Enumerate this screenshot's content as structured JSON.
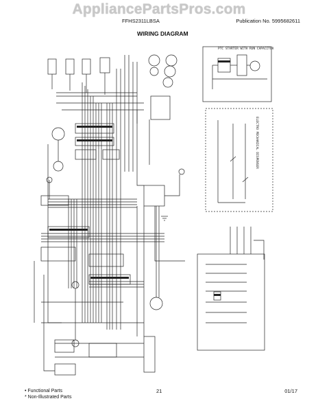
{
  "header": {
    "watermark": "AppliancePartsPros.com",
    "model": "FFHS2311LBSA",
    "publication": "Publication No.  5995682611"
  },
  "diagram": {
    "title": "WIRING DIAGRAM",
    "ptc_label": "PTC STARTER WITH RUN CAPACITOR",
    "electromech_label": "ELECTRO MECHANICAL DISPENSER"
  },
  "footer": {
    "legend_functional": "• Functional Parts",
    "legend_non_illustrated": "* Non-Illustrated Parts",
    "page_number": "21",
    "date_code": "01/17"
  }
}
